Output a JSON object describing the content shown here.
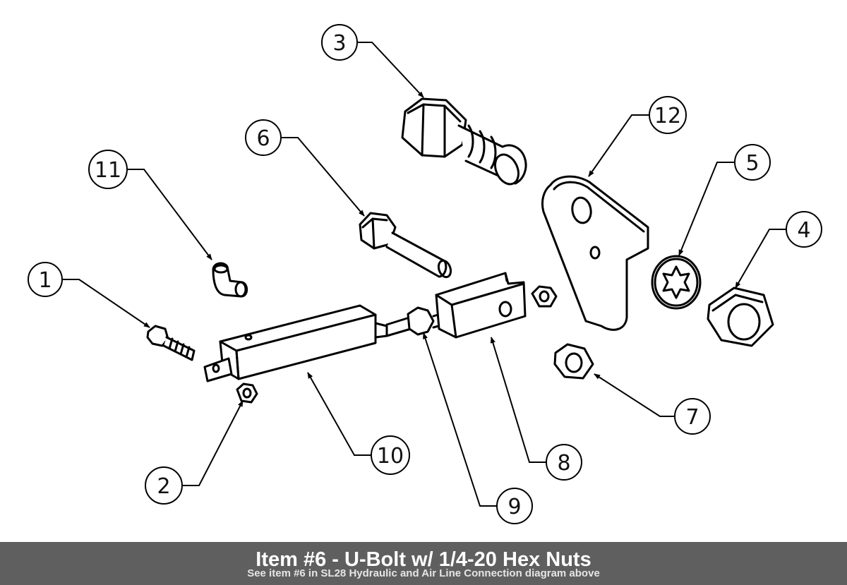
{
  "callouts": [
    {
      "id": "1",
      "label": "1"
    },
    {
      "id": "2",
      "label": "2"
    },
    {
      "id": "3",
      "label": "3"
    },
    {
      "id": "4",
      "label": "4"
    },
    {
      "id": "5",
      "label": "5"
    },
    {
      "id": "6",
      "label": "6"
    },
    {
      "id": "7",
      "label": "7"
    },
    {
      "id": "8",
      "label": "8"
    },
    {
      "id": "9",
      "label": "9"
    },
    {
      "id": "10",
      "label": "10"
    },
    {
      "id": "11",
      "label": "11"
    },
    {
      "id": "12",
      "label": "12"
    }
  ],
  "caption": {
    "title": "Item #6 - U-Bolt w/ 1/4-20 Hex Nuts",
    "subtitle": "See item #6 in SL28 Hydraulic and Air Line Connection diagram above"
  },
  "colors": {
    "line": "#000000",
    "caption_bar": "#5f5f5f",
    "caption_text": "#ffffff"
  }
}
